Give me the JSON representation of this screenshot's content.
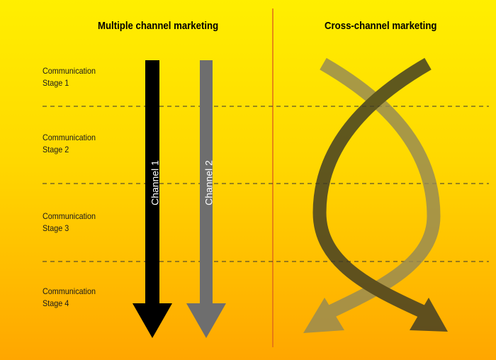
{
  "headings": {
    "left": "Multiple channel marketing",
    "right": "Cross-channel marketing"
  },
  "stages": [
    {
      "line1": "Communication",
      "line2": "Stage 1"
    },
    {
      "line1": "Communication",
      "line2": "Stage 2"
    },
    {
      "line1": "Communication",
      "line2": "Stage 3"
    },
    {
      "line1": "Communication",
      "line2": "Stage 4"
    }
  ],
  "channels": [
    {
      "label": "Channel 1",
      "color": "#000000"
    },
    {
      "label": "Channel 2",
      "color": "#6e6e6e"
    }
  ],
  "colors": {
    "divider": "#e06a1a",
    "cross_arrow_dark": "#3d3a25",
    "cross_arrow_light": "#958a55"
  }
}
